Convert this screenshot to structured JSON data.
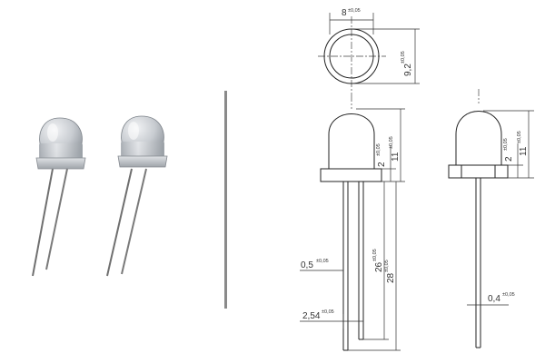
{
  "photo": {
    "title": "",
    "led_count": 2
  },
  "drawing": {
    "top_view": {
      "diameter": {
        "value": "8",
        "tol": "±0,05"
      },
      "flange": {
        "value": "9,2",
        "tol": "±0,05"
      }
    },
    "front_view": {
      "flange_height": {
        "value": "2",
        "tol": "±0,05"
      },
      "body_height": {
        "value": "11",
        "tol": "±0,05"
      },
      "lead_width": {
        "value": "0,5",
        "tol": "±0,05"
      },
      "pitch": {
        "value": "2,54",
        "tol": "±0,05"
      },
      "short_lead": {
        "value": "26",
        "tol": "±0,05"
      },
      "long_lead": {
        "value": "28",
        "tol": "±0,05"
      }
    },
    "side_view": {
      "flange_height": {
        "value": "2",
        "tol": "±0,05"
      },
      "body_height": {
        "value": "11",
        "tol": "±0,05"
      },
      "lead_thickness": {
        "value": "0,4",
        "tol": "±0,05"
      }
    }
  },
  "colors": {
    "line": "#222222",
    "separator": "#8a8a8a",
    "led_body": "#c9ccd0",
    "lead": "#6f6f6f"
  }
}
